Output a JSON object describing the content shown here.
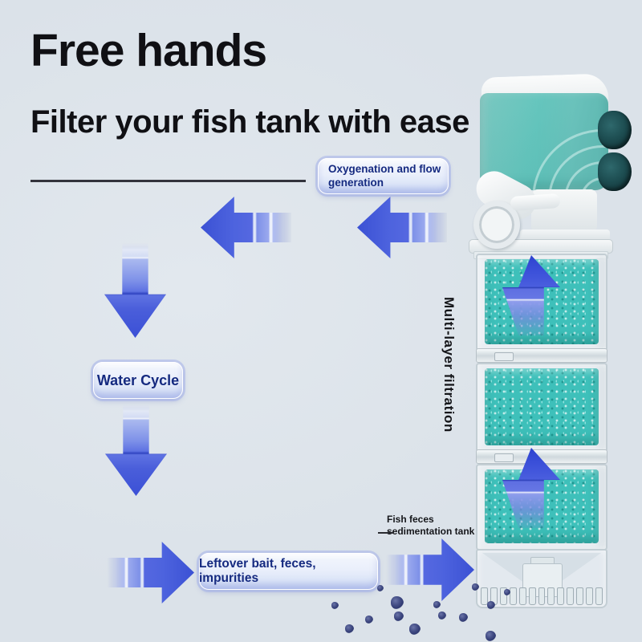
{
  "poster": {
    "title": "Free hands",
    "subtitle": "Filter your fish tank with ease"
  },
  "callouts": {
    "oxygenation_line1": "Oxygenation and flow",
    "oxygenation_line2": "generation",
    "water_cycle": "Water Cycle",
    "leftover": "Leftover bait, feces, impurities",
    "fish_feces_line1": "Fish feces",
    "fish_feces_line2": "sedimentation tank",
    "multi_layer": "Multi-layer filtration"
  },
  "colors": {
    "page-bg": "#dbe2e9",
    "title-text": "#101014",
    "label-text": "#152a80",
    "arrow-blue": "#4055d8",
    "arrow-blue-light": "#aebbf1",
    "pump-teal": "#5fc2ba",
    "foam-teal": "#3ec0ba",
    "particle-navy": "#3d4781"
  }
}
